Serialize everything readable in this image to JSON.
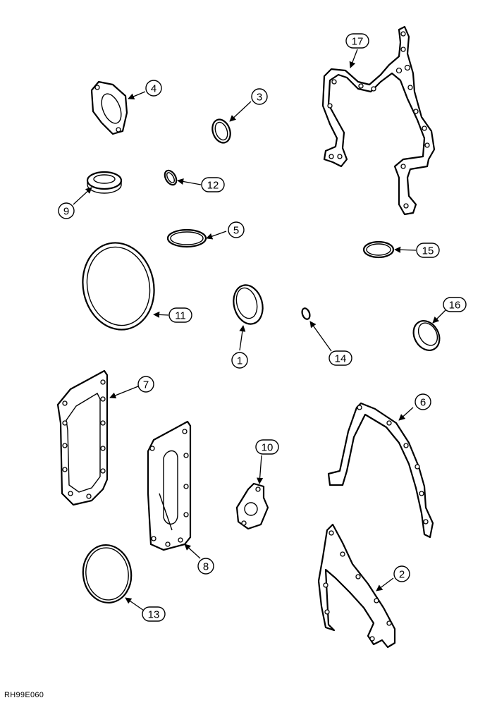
{
  "callouts": [
    "17",
    "4",
    "3",
    "12",
    "9",
    "5",
    "15",
    "11",
    "1",
    "14",
    "16",
    "7",
    "6",
    "10",
    "8",
    "2",
    "13"
  ],
  "reference_code": "RH99E060"
}
